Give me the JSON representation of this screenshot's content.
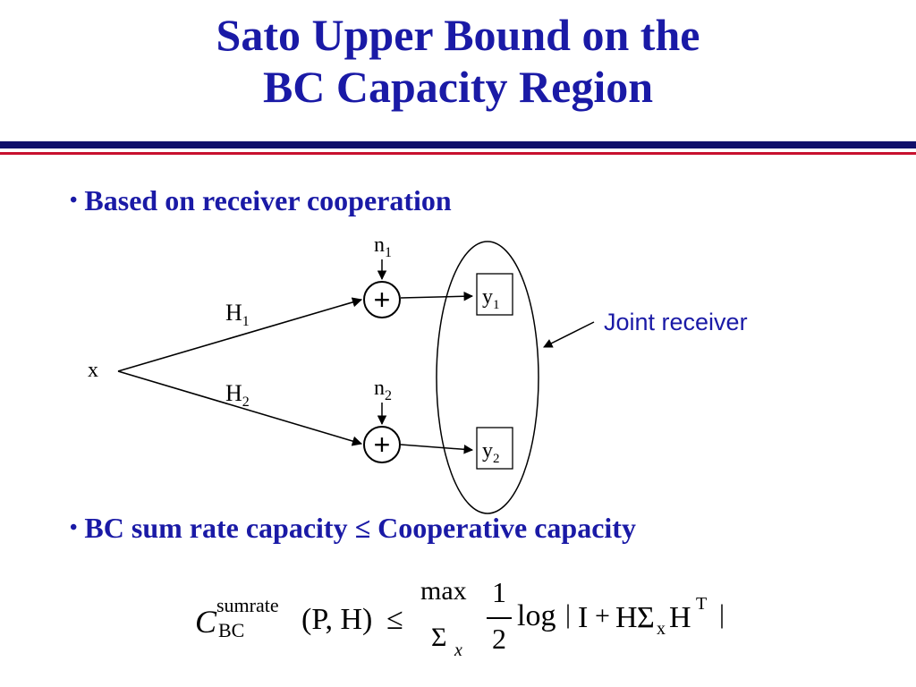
{
  "slide": {
    "title_line1": "Sato Upper Bound on the",
    "title_line2": "BC Capacity Region",
    "bullets": [
      {
        "bullet": "•",
        "text": "Based on receiver cooperation"
      },
      {
        "bullet": "•",
        "text": "BC sum rate capacity ≤ Cooperative capacity"
      }
    ]
  },
  "diagram": {
    "input": "x",
    "channels": [
      {
        "label": "H",
        "subscript": "1"
      },
      {
        "label": "H",
        "subscript": "2"
      }
    ],
    "noises": [
      {
        "label": "n",
        "subscript": "1"
      },
      {
        "label": "n",
        "subscript": "2"
      }
    ],
    "adder_symbol": "+",
    "outputs": [
      {
        "label": "y",
        "subscript": "1"
      },
      {
        "label": "y",
        "subscript": "2"
      }
    ],
    "joint_receiver_label": "Joint receiver",
    "colors": {
      "title_blue": "#1a1aa6",
      "rule_navy": "#10106b",
      "rule_red": "#c8102e",
      "receiver_label": "#1a1aa6"
    }
  },
  "formula": {
    "C": "C",
    "C_sub": "BC",
    "C_sup": "sumrate",
    "args": "(P, H)",
    "leq": "≤",
    "max": "max",
    "sigma_x": "Σ",
    "sigma_x_sub": "x",
    "num": "1",
    "den": "2",
    "log": "log",
    "abs_open": "|",
    "I": "I",
    "plus": "+",
    "H1": "H",
    "Sigma": "Σ",
    "Sigma_sub": "x",
    "H2": "H",
    "T": "T",
    "abs_close": "|"
  }
}
